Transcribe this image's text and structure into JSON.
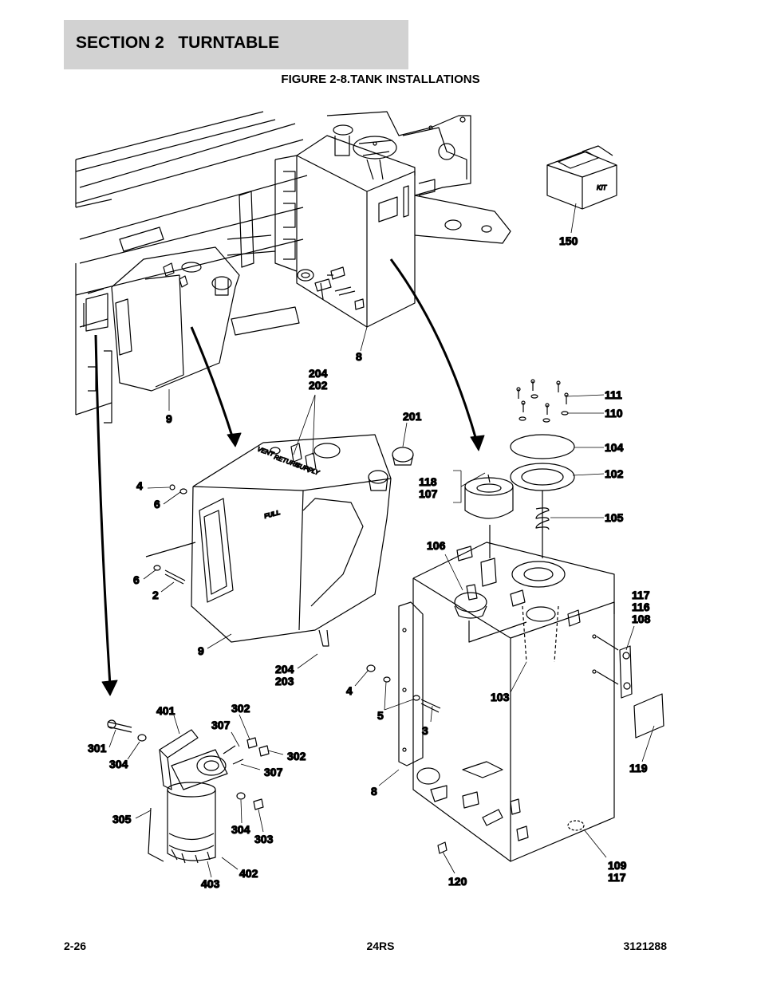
{
  "header": {
    "section_title": "SECTION 2   TURNTABLE"
  },
  "figure": {
    "title": "FIGURE 2-8.TANK INSTALLATIONS"
  },
  "callouts": {
    "c150": "150",
    "c8a": "8",
    "c9a": "9",
    "c204a": "204",
    "c202": "202",
    "c201": "201",
    "c111": "111",
    "c110": "110",
    "c104": "104",
    "c102": "102",
    "c105": "105",
    "c118": "118",
    "c107": "107",
    "c106": "106",
    "c4a": "4",
    "c6a": "6",
    "c6b": "6",
    "c2": "2",
    "c9b": "9",
    "c204b": "204",
    "c203": "203",
    "c117a": "117",
    "c116": "116",
    "c108": "108",
    "c103": "103",
    "c4b": "4",
    "c5": "5",
    "c3": "3",
    "c8b": "8",
    "c119": "119",
    "c401": "401",
    "c302a": "302",
    "c307a": "307",
    "c301": "301",
    "c304a": "304",
    "c302b": "302",
    "c307b": "307",
    "c305": "305",
    "c304b": "304",
    "c303": "303",
    "c402": "402",
    "c403": "403",
    "c120": "120",
    "c109": "109",
    "c117b": "117"
  },
  "stamps": {
    "kit": "KIT",
    "full": "FULL",
    "vent": "VENT",
    "return": "RETURN",
    "supply": "SUPPLY"
  },
  "footer": {
    "page_number": "2-26",
    "model": "24RS",
    "doc_number": "3121288"
  }
}
